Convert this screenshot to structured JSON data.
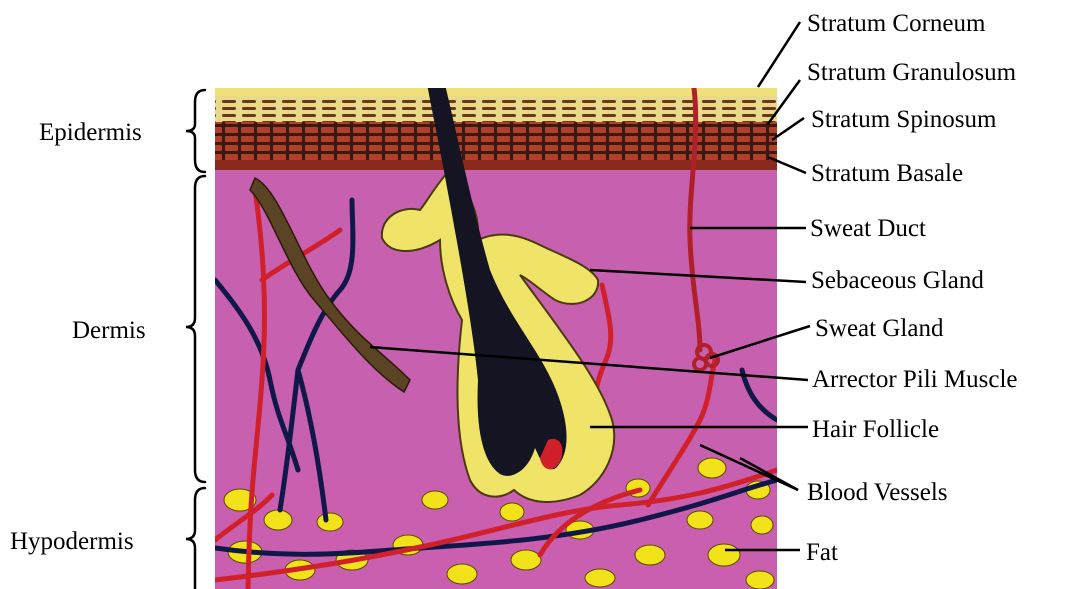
{
  "left_labels": {
    "epidermis": "Epidermis",
    "dermis": "Dermis",
    "hypodermis": "Hypodermis"
  },
  "right_labels": {
    "stratum_corneum": "Stratum Corneum",
    "stratum_granulosum": "Stratum Granulosum",
    "stratum_spinosum": "Stratum Spinosum",
    "stratum_basale": "Stratum Basale",
    "sweat_duct": "Sweat Duct",
    "sebaceous_gland": "Sebaceous Gland",
    "sweat_gland": "Sweat Gland",
    "arrector_pili_muscle": "Arrector Pili Muscle",
    "hair_follicle": "Hair Follicle",
    "blood_vessels": "Blood Vessels",
    "fat": "Fat"
  },
  "colors": {
    "dermis": "#c85fb0",
    "epidermis_cells": "#a83c28",
    "gland_yellow": "#f0e468",
    "fat_yellow": "#f2e21a",
    "hair": "#141422",
    "blood_red": "#d0202a",
    "vein_blue": "#10184a",
    "muscle": "#4a3a20"
  }
}
